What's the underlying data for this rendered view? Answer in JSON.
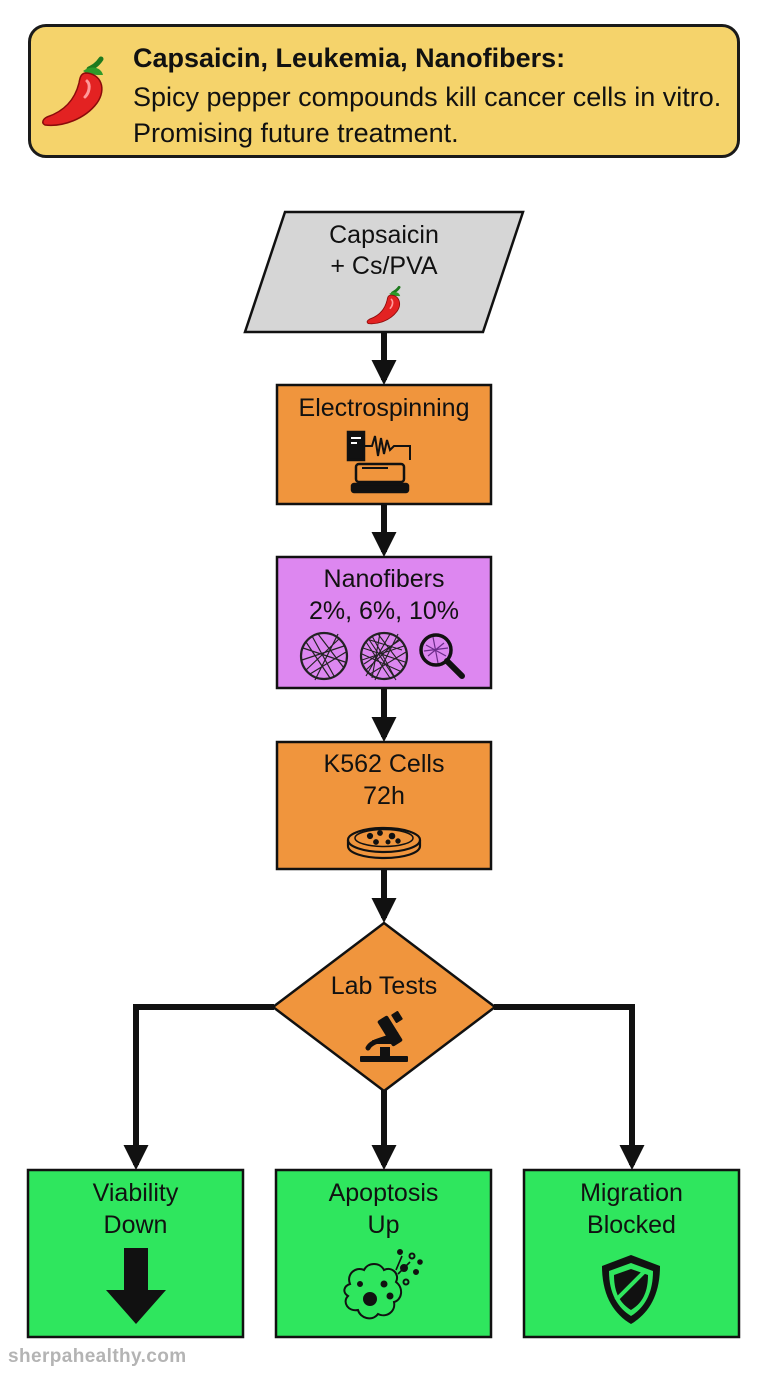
{
  "banner": {
    "icon": "chili-pepper-icon",
    "title": "Capsaicin, Leukemia, Nanofibers:",
    "body": "Spicy pepper compounds kill cancer cells in vitro. Promising future treatment."
  },
  "nodes": {
    "input": {
      "line1": "Capsaicin",
      "line2": "+ Cs/PVA",
      "icon": "chili-pepper-icon"
    },
    "electrospinning": {
      "label": "Electrospinning",
      "icon": "electrospinning-machine-icon"
    },
    "nanofibers": {
      "line1": "Nanofibers",
      "line2": "2%, 6%, 10%",
      "icons": [
        "fiber-mesh-icon",
        "dense-fiber-mesh-icon",
        "magnifier-icon"
      ]
    },
    "cells": {
      "line1": "K562 Cells",
      "line2": "72h",
      "icon": "petri-dish-icon"
    },
    "tests": {
      "label": "Lab Tests",
      "icon": "microscope-icon"
    },
    "viability": {
      "line1": "Viability",
      "line2": "Down",
      "icon": "down-arrow-icon"
    },
    "apoptosis": {
      "line1": "Apoptosis",
      "line2": "Up",
      "icon": "apoptotic-cell-icon"
    },
    "migration": {
      "line1": "Migration",
      "line2": "Blocked",
      "icon": "shield-icon"
    }
  },
  "colors": {
    "banner": "#f5d36b",
    "input": "#d6d6d6",
    "process": "#f0953d",
    "nanofibers": "#dd87f0",
    "outcome": "#2fe65e",
    "stroke": "#111111"
  },
  "footer": {
    "watermark": "sherpahealthy.com"
  }
}
